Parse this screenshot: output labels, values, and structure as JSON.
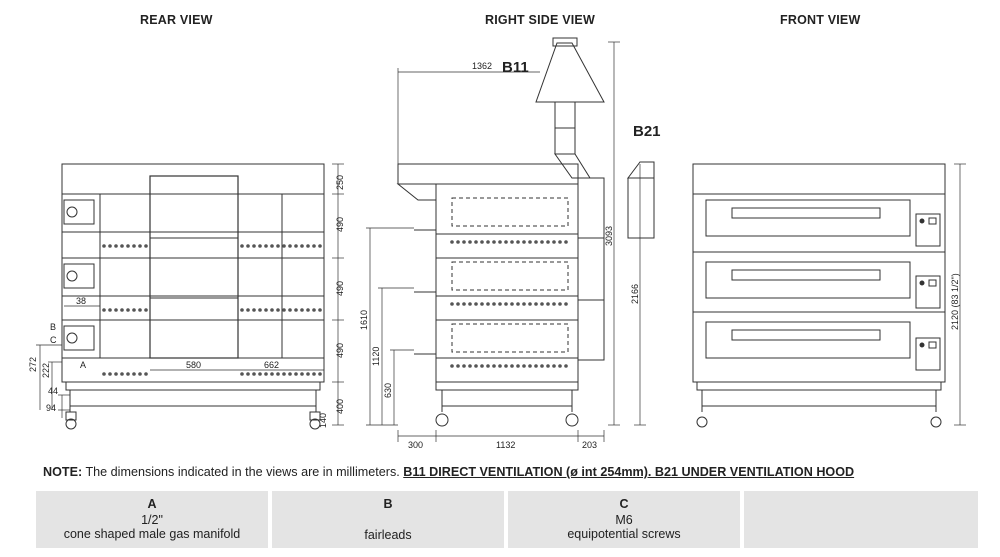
{
  "views": {
    "rear": "REAR VIEW",
    "right": "RIGHT SIDE VIEW",
    "front": "FRONT VIEW"
  },
  "callouts": {
    "b11": "B11",
    "b21": "B21",
    "a": "A",
    "b": "B",
    "c": "C"
  },
  "dimensions": {
    "rear_right": [
      "250",
      "490",
      "490",
      "490",
      "400"
    ],
    "rear_bottom": [
      "140"
    ],
    "rear_left": [
      "272",
      "222",
      "44",
      "94"
    ],
    "rear_inner": [
      "38",
      "580",
      "662"
    ],
    "side_top": "1362",
    "side_left": [
      "1610",
      "1120",
      "630"
    ],
    "side_bottom": [
      "300",
      "1132",
      "203"
    ],
    "side_right": [
      "3093",
      "2166"
    ],
    "front_right": "2120 (83 1/2\")"
  },
  "note": {
    "label": "NOTE:",
    "text": " The dimensions indicated in the views are in millimeters. ",
    "emph": "B11 DIRECT VENTILATION (ø int 254mm). B21 UNDER VENTILATION HOOD"
  },
  "legend": [
    {
      "key": "A",
      "line1": "1/2\"",
      "line2": "cone shaped male gas manifold"
    },
    {
      "key": "B",
      "line1": "",
      "line2": "fairleads"
    },
    {
      "key": "C",
      "line1": "M6",
      "line2": "equipotential screws"
    },
    {
      "key": "",
      "line1": "",
      "line2": ""
    }
  ]
}
